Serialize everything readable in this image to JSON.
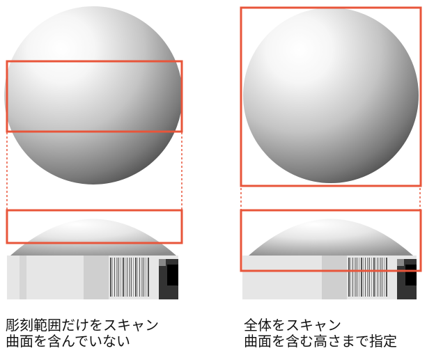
{
  "colors": {
    "highlight_box": "#e8553a",
    "sphere_light": "#ffffff",
    "sphere_dark": "#454545",
    "relief_black": "#111111"
  },
  "panels": [
    {
      "id": "left",
      "caption_line1": "彫刻範囲だけをスキャン",
      "caption_line2": "曲面を含んでいない"
    },
    {
      "id": "right",
      "caption_line1": "全体をスキャン",
      "caption_line2": "曲面を含む高さまで指定"
    }
  ]
}
